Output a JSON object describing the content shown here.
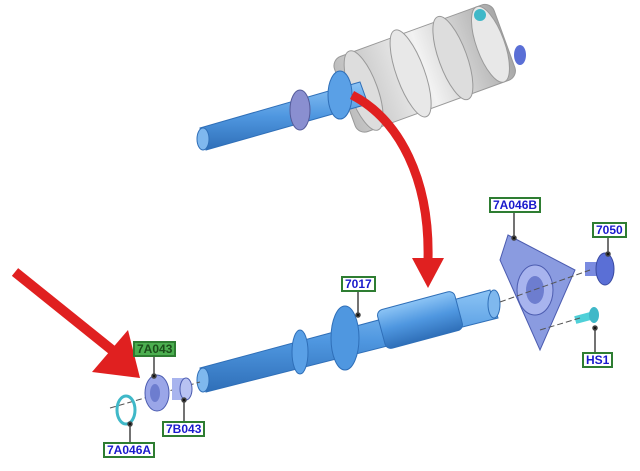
{
  "labels": {
    "l7A046B": "7A046B",
    "l7050": "7050",
    "l7017": "7017",
    "l7A043": "7A043",
    "lHS1": "HS1",
    "l7B043": "7B043",
    "l7A046A": "7A046A"
  },
  "colors": {
    "arrow": "#e02020",
    "part": "#5aa0e6",
    "gear": "#d8d8d8",
    "label_border": "#2e7d32",
    "label_text": "#1a1acc",
    "highlight": "#4caf50"
  }
}
